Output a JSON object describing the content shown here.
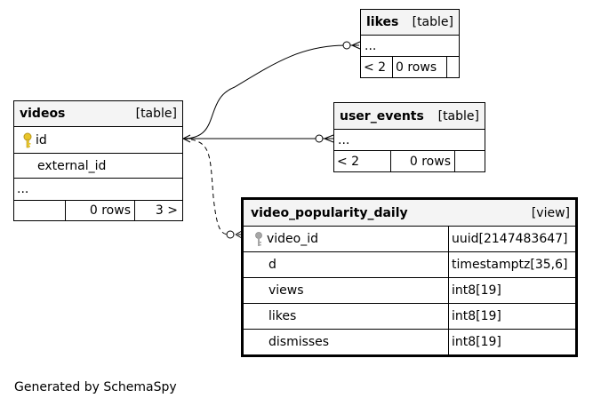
{
  "tables": {
    "likes": {
      "name": "likes",
      "kind": "[table]",
      "ellipsis": "...",
      "stats": {
        "parents": "< 2",
        "rows": "0 rows",
        "children": ""
      }
    },
    "user_events": {
      "name": "user_events",
      "kind": "[table]",
      "ellipsis": "...",
      "stats": {
        "parents": "< 2",
        "rows": "0 rows",
        "children": ""
      }
    },
    "videos": {
      "name": "videos",
      "kind": "[table]",
      "columns": [
        "id",
        "external_id"
      ],
      "ellipsis": "...",
      "stats": {
        "parents": "",
        "rows": "0 rows",
        "children": "3 >"
      }
    },
    "video_popularity_daily": {
      "name": "video_popularity_daily",
      "kind": "[view]",
      "columns": [
        {
          "name": "video_id",
          "type": "uuid[2147483647]"
        },
        {
          "name": "d",
          "type": "timestamptz[35,6]"
        },
        {
          "name": "views",
          "type": "int8[19]"
        },
        {
          "name": "likes",
          "type": "int8[19]"
        },
        {
          "name": "dismisses",
          "type": "int8[19]"
        }
      ]
    }
  },
  "colors": {
    "header_bg": "#f4f4f4",
    "primary_key": "#e8c52a",
    "foreign_key": "#a6a6a6"
  },
  "footer": "Generated by SchemaSpy"
}
